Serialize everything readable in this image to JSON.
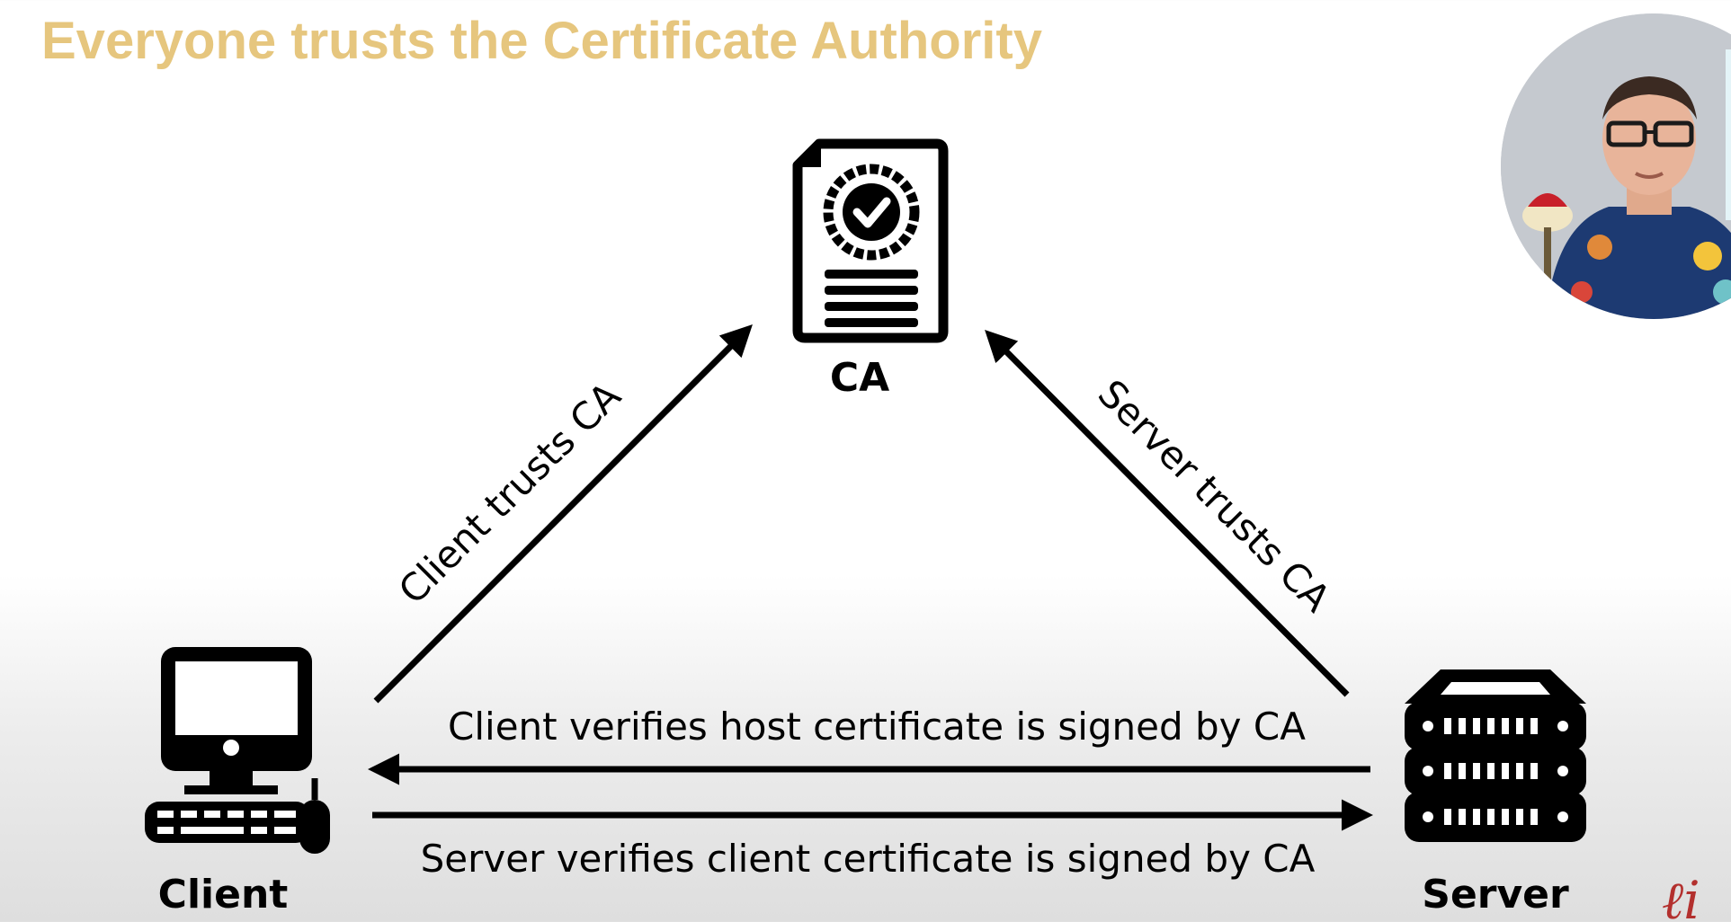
{
  "slide": {
    "title": "Everyone trusts the Certificate Authority"
  },
  "nodes": {
    "ca": {
      "label": "CA",
      "icon": "certificate-icon"
    },
    "client": {
      "label": "Client",
      "icon": "desktop-computer-icon"
    },
    "server": {
      "label": "Server",
      "icon": "server-rack-icon"
    }
  },
  "edges": {
    "client_trusts_ca": "Client trusts CA",
    "server_trusts_ca": "Server trusts CA",
    "client_verifies_host": "Client verifies host certificate is signed by CA",
    "server_verifies_client": "Server verifies client certificate is signed by CA"
  },
  "webcam": {
    "content": "presenter-video"
  },
  "logo": {
    "text": "ℓi"
  },
  "colors": {
    "title": "#e6c67e",
    "ink": "#000000",
    "logo": "#b3302e"
  }
}
